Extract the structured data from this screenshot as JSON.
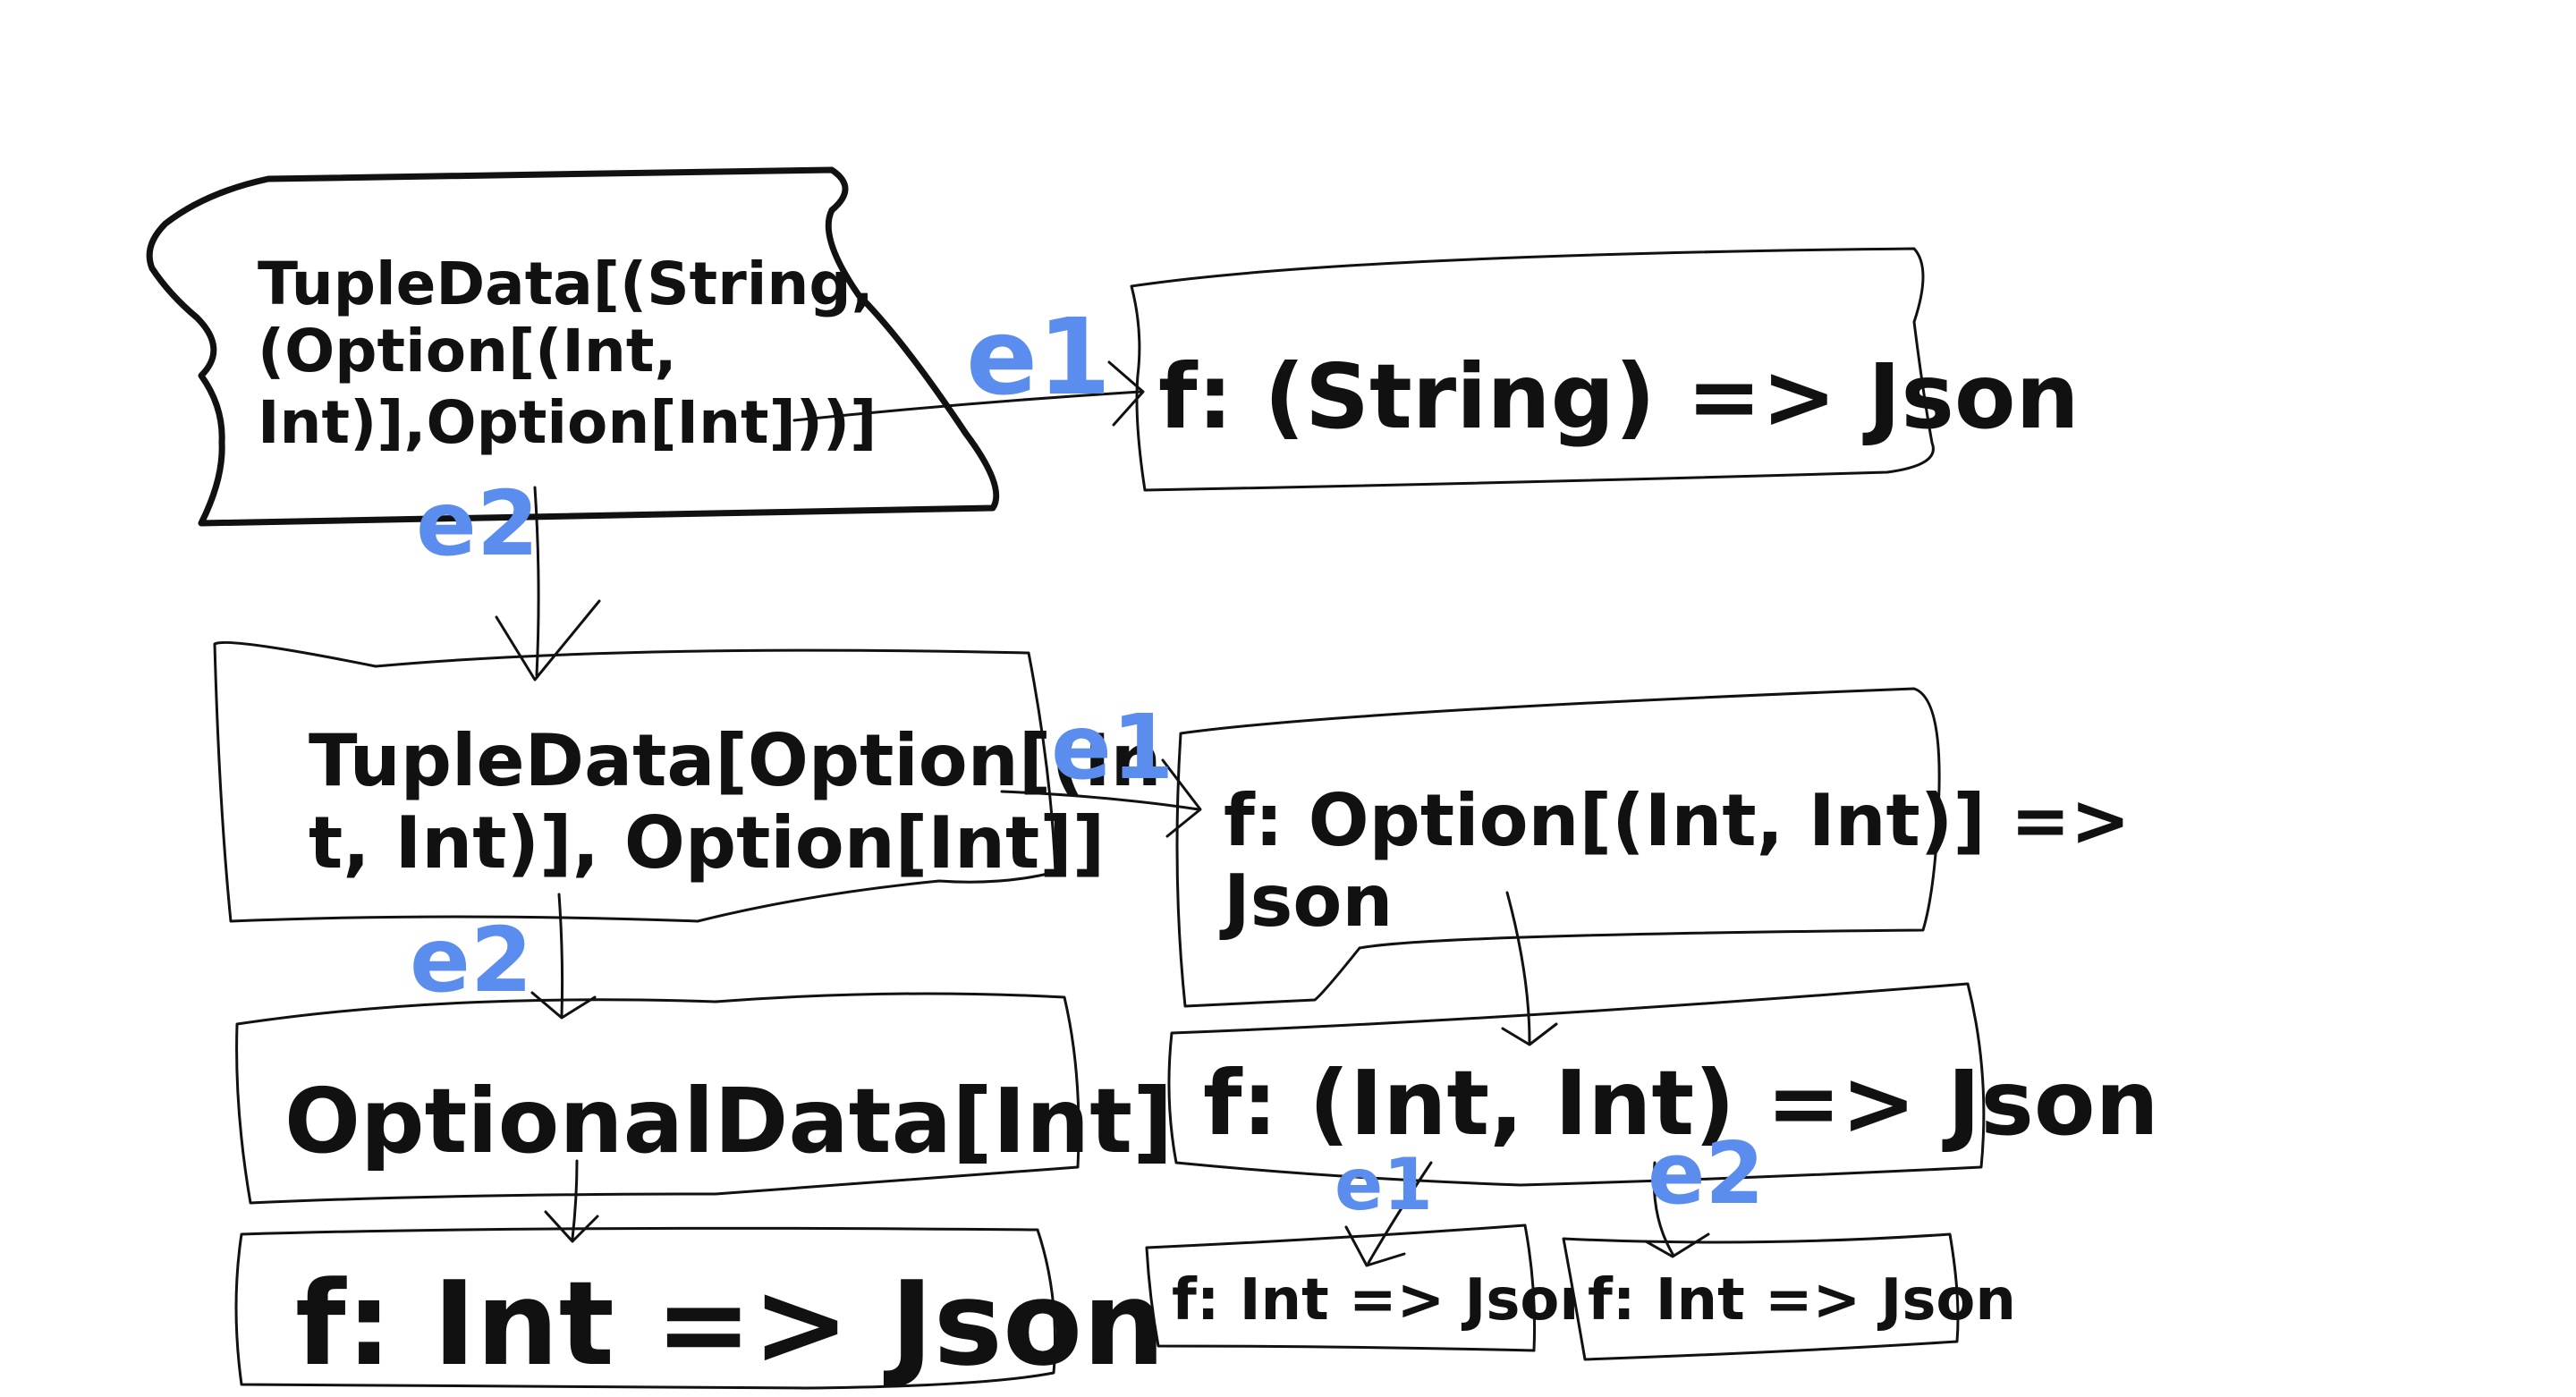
{
  "colors": {
    "ink": "#111111",
    "edge_label": "#5b8def",
    "background": "#ffffff"
  },
  "nodes": {
    "root": {
      "lines": [
        "TupleData[(String,",
        "(Option[(Int,",
        "Int)],Option[Int]))]"
      ]
    },
    "f_string": {
      "lines": [
        "f: (String) => Json"
      ]
    },
    "tuple_option": {
      "lines": [
        "TupleData[Option[(In",
        "t, Int)], Option[Int]]"
      ]
    },
    "f_option_tuple": {
      "lines": [
        "f: Option[(Int, Int)] =>",
        "Json"
      ]
    },
    "optional_int": {
      "lines": [
        "OptionalData[Int]"
      ]
    },
    "f_int_int": {
      "lines": [
        "f: (Int, Int) => Json"
      ]
    },
    "f_int_main": {
      "lines": [
        "f: Int => Json"
      ]
    },
    "f_int_left": {
      "lines": [
        "f: Int => Json"
      ]
    },
    "f_int_right": {
      "lines": [
        "f: Int => Json"
      ]
    }
  },
  "edge_labels": {
    "root_e1": "e1",
    "root_e2": "e2",
    "tuple_e1": "e1",
    "tuple_e2": "e2",
    "pair_e1": "e1",
    "pair_e2": "e2"
  }
}
